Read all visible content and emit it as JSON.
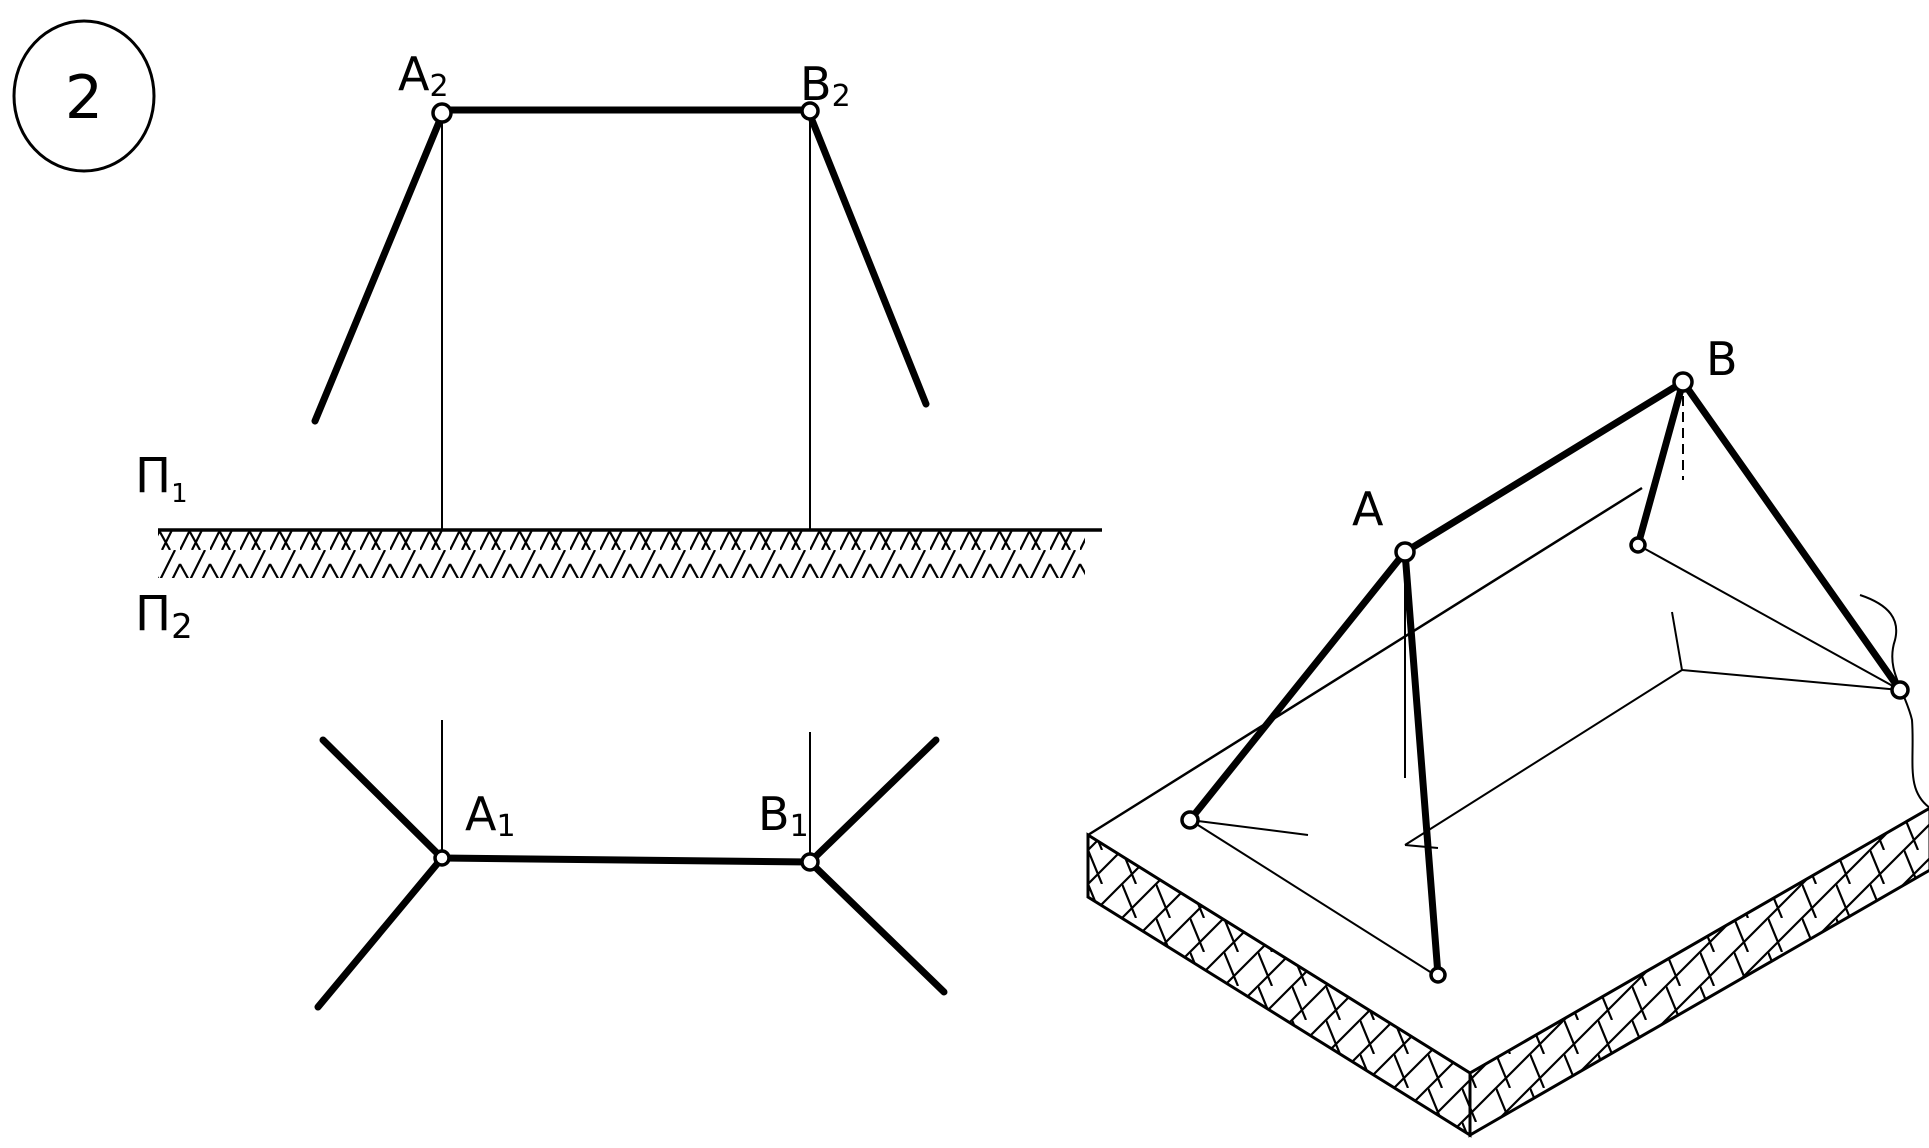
{
  "figure_number": "2",
  "plane_labels": {
    "upper": "П",
    "upper_sub": "1",
    "lower": "П",
    "lower_sub": "2"
  },
  "front_view": {
    "a_label": "A",
    "a_sub": "2",
    "b_label": "B",
    "b_sub": "2"
  },
  "top_view": {
    "a_label": "A",
    "a_sub": "1",
    "b_label": "B",
    "b_sub": "1"
  },
  "iso_view": {
    "a_label": "A",
    "b_label": "B"
  }
}
